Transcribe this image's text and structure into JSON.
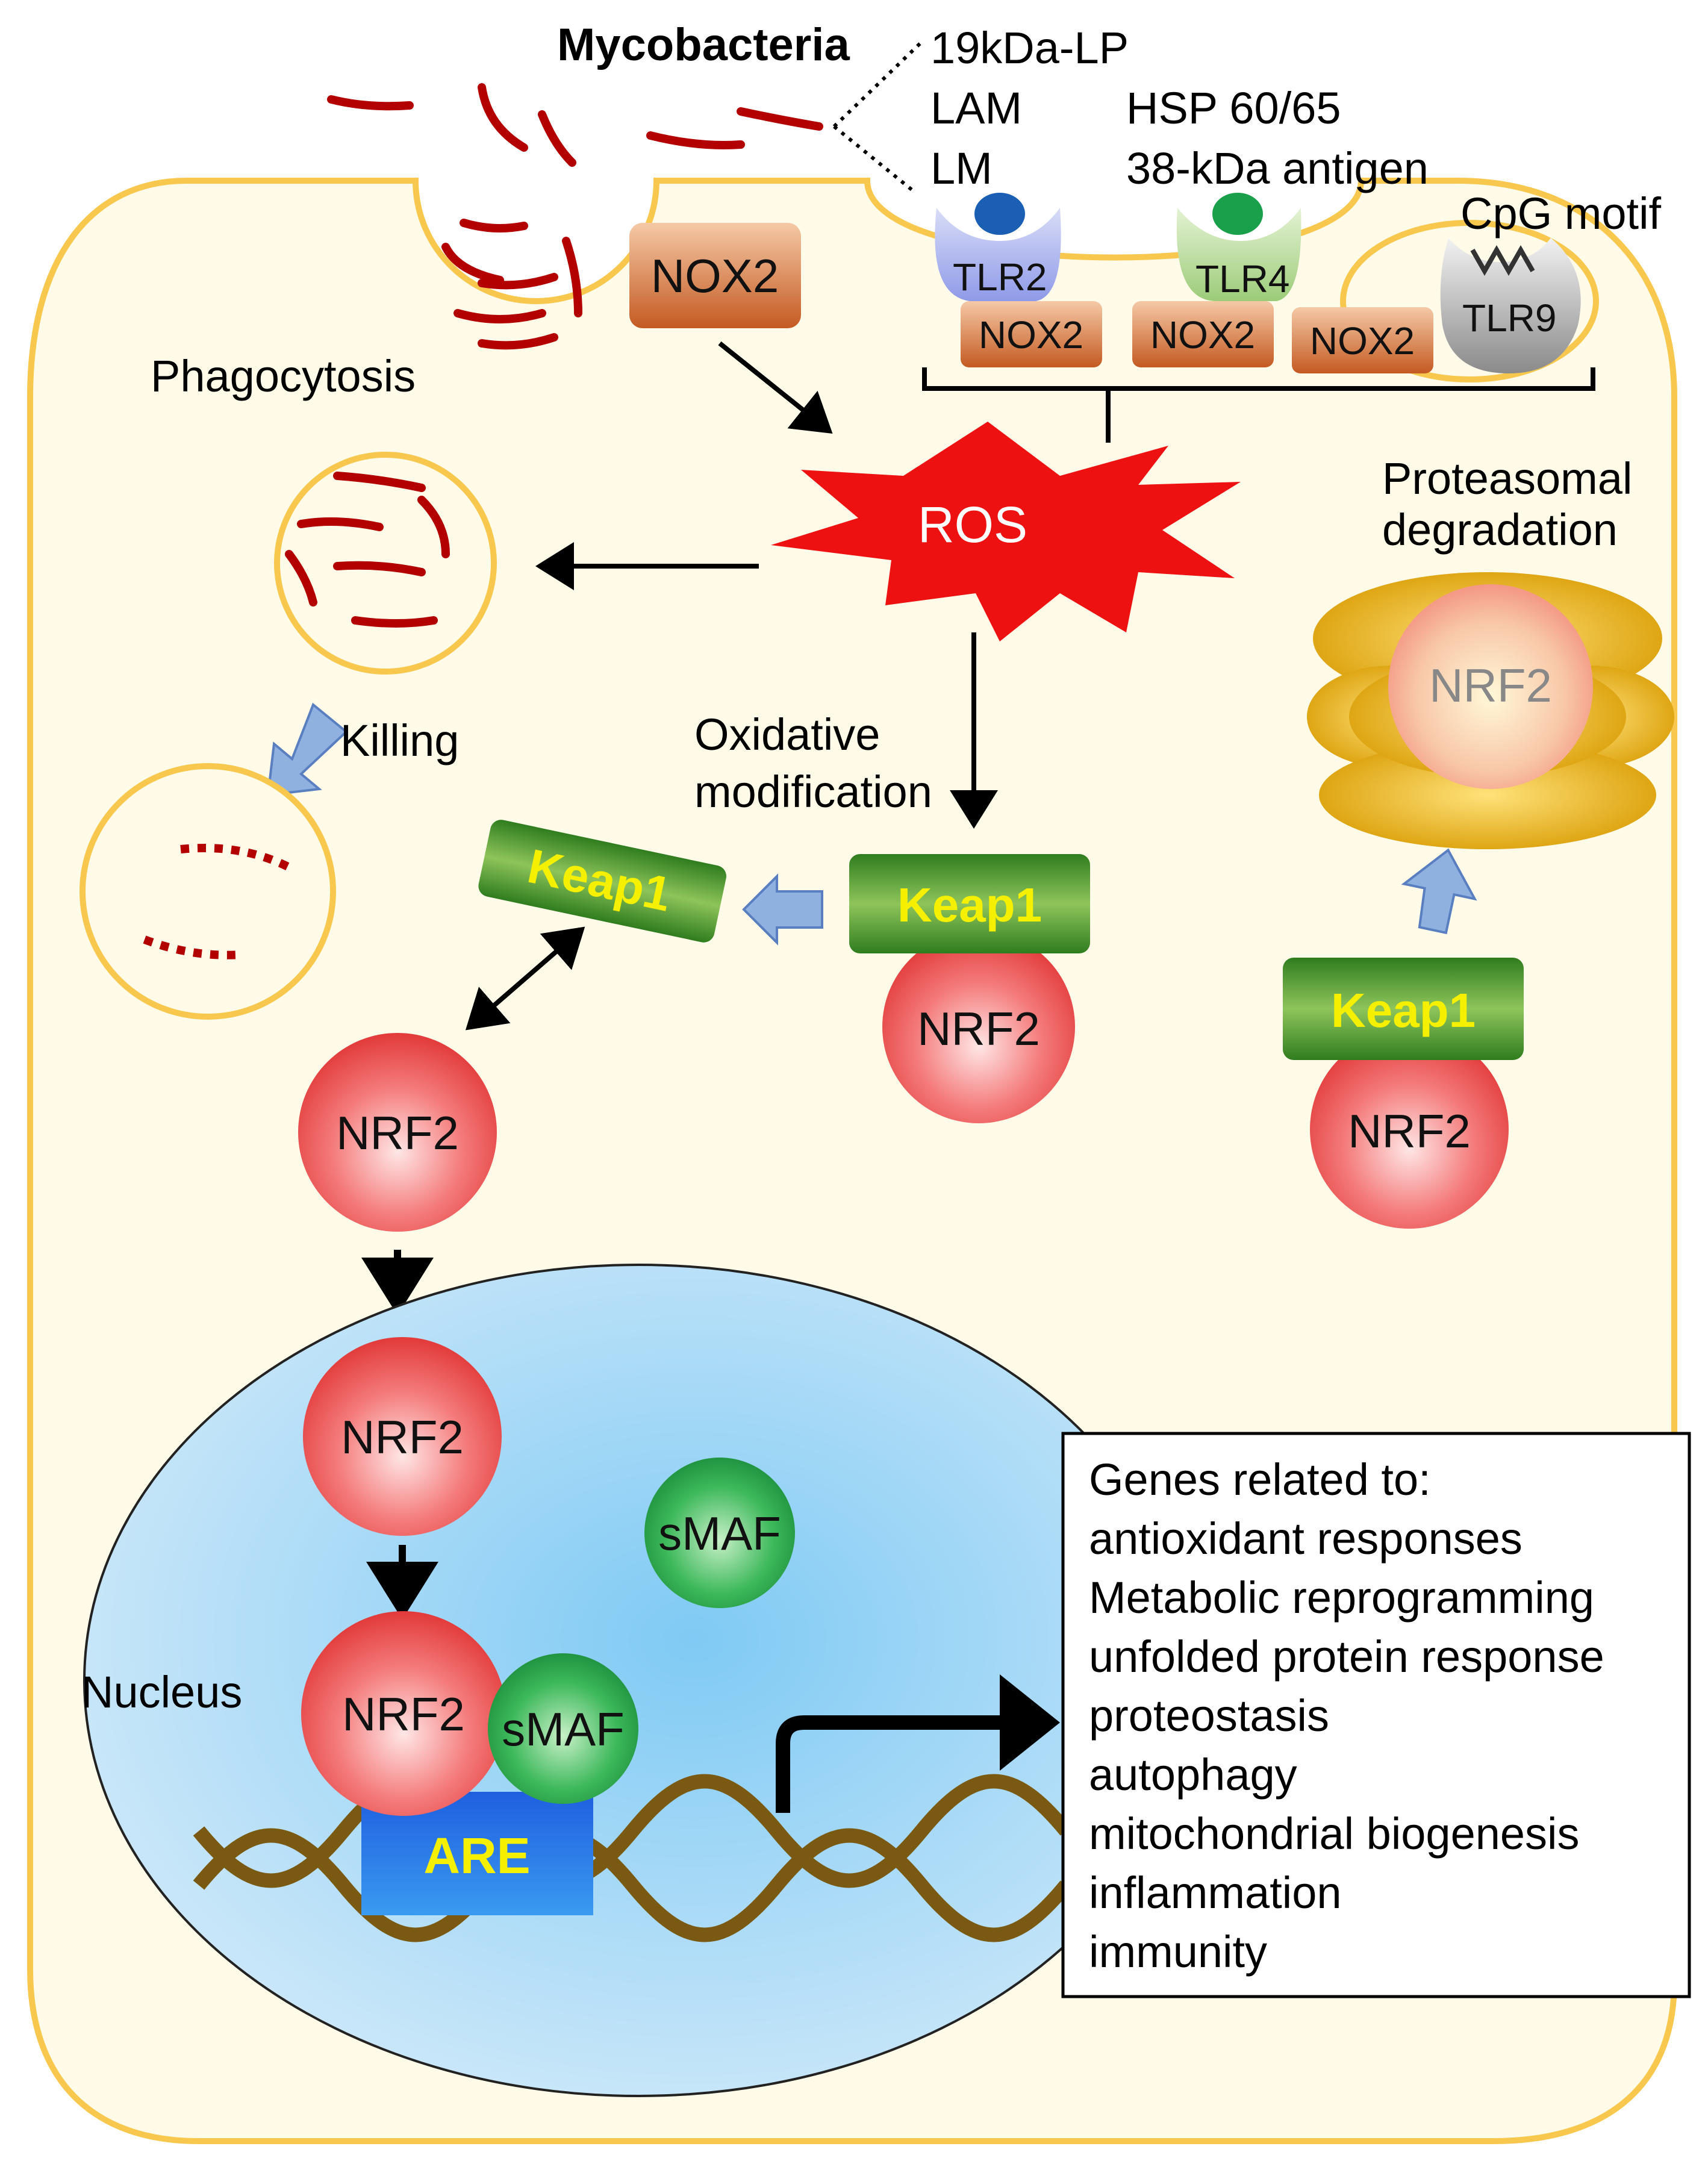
{
  "labels": {
    "mycobacteria": "Mycobacteria",
    "ligand_19kda": "19kDa-LP",
    "ligand_lam": "LAM",
    "ligand_lm": "LM",
    "ligand_hsp": "HSP 60/65",
    "ligand_38kda": "38-kDa antigen",
    "cpg": "CpG motif",
    "phagocytosis": "Phagocytosis",
    "ros": "ROS",
    "proteasomal_1": "Proteasomal",
    "proteasomal_2": "degradation",
    "killing": "Killing",
    "oxidative_1": "Oxidative",
    "oxidative_2": "modification",
    "nucleus": "Nucleus",
    "are": "ARE"
  },
  "molecules": {
    "nox2": "NOX2",
    "tlr2": "TLR2",
    "tlr4": "TLR4",
    "tlr9": "TLR9",
    "keap1": "Keap1",
    "nrf2": "NRF2",
    "smaf": "sMAF"
  },
  "genes_box": {
    "title": "Genes related to:",
    "items": [
      "antioxidant responses",
      "Metabolic reprogramming",
      "unfolded protein response",
      "proteostasis",
      "autophagy",
      "mitochondrial biogenesis",
      "inflammation",
      "immunity"
    ]
  },
  "colors": {
    "cell_fill": "#fffbe8",
    "cell_border": "#f7c84d",
    "bacteria": "#b30000",
    "nucleus": "#b8e0f7",
    "ros": "#ee1111",
    "keap1": "#2f7d1f",
    "nrf2": "#e84c4c",
    "smaf": "#1f9a3f",
    "nox2": "#c8642e",
    "are": "#2464e8",
    "dna": "#7a5a12",
    "hollow_arrow": "#8fb1e0"
  }
}
